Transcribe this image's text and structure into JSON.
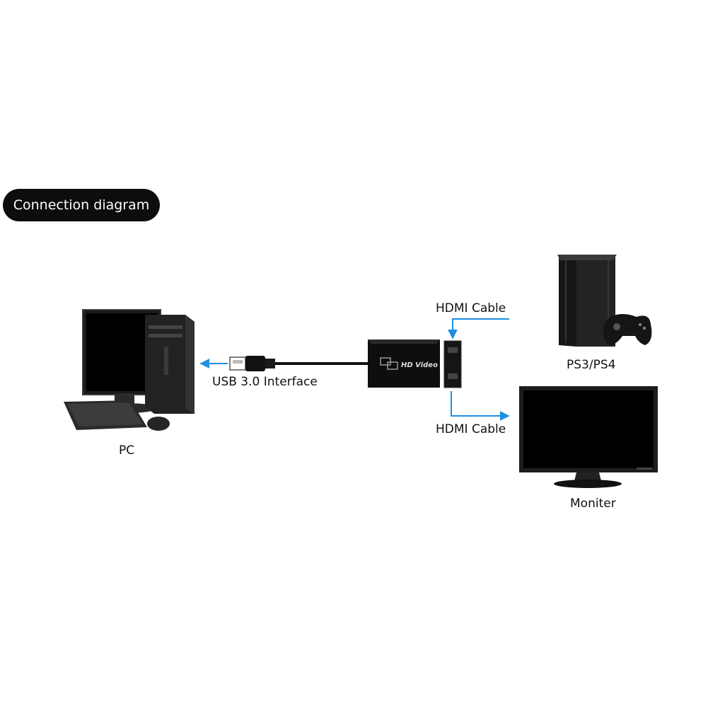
{
  "title": "Connection diagram",
  "labels": {
    "pc": "PC",
    "usb": "USB 3.0 Interface",
    "hdmi_in": "HDMI Cable",
    "hdmi_out": "HDMI Cable",
    "console": "PS3/PS4",
    "monitor": "Moniter"
  },
  "device_text": "HD Video",
  "colors": {
    "arrow": "#1e8fe0",
    "device": "#111111",
    "badge": "#0d0d0d"
  },
  "icons": [
    "pc-icon",
    "usb-plug-icon",
    "capture-device-icon",
    "console-icon",
    "gamepad-icon",
    "monitor-icon"
  ]
}
